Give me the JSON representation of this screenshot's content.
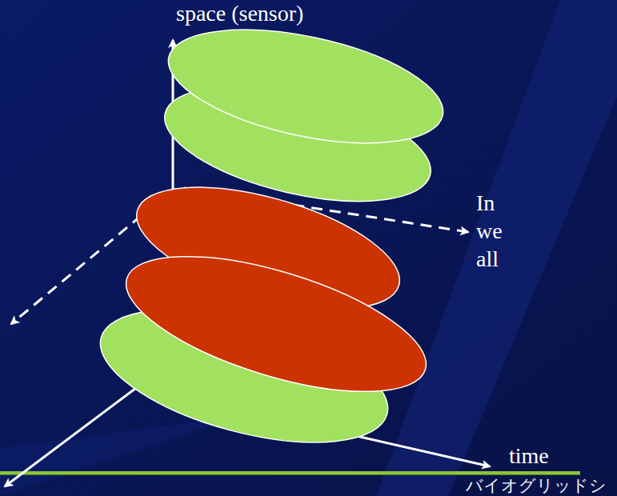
{
  "diagram": {
    "labels": [
      "space (sensor)",
      "In",
      "we",
      "all",
      "time",
      "バイオグリッドシ"
    ]
  }
}
